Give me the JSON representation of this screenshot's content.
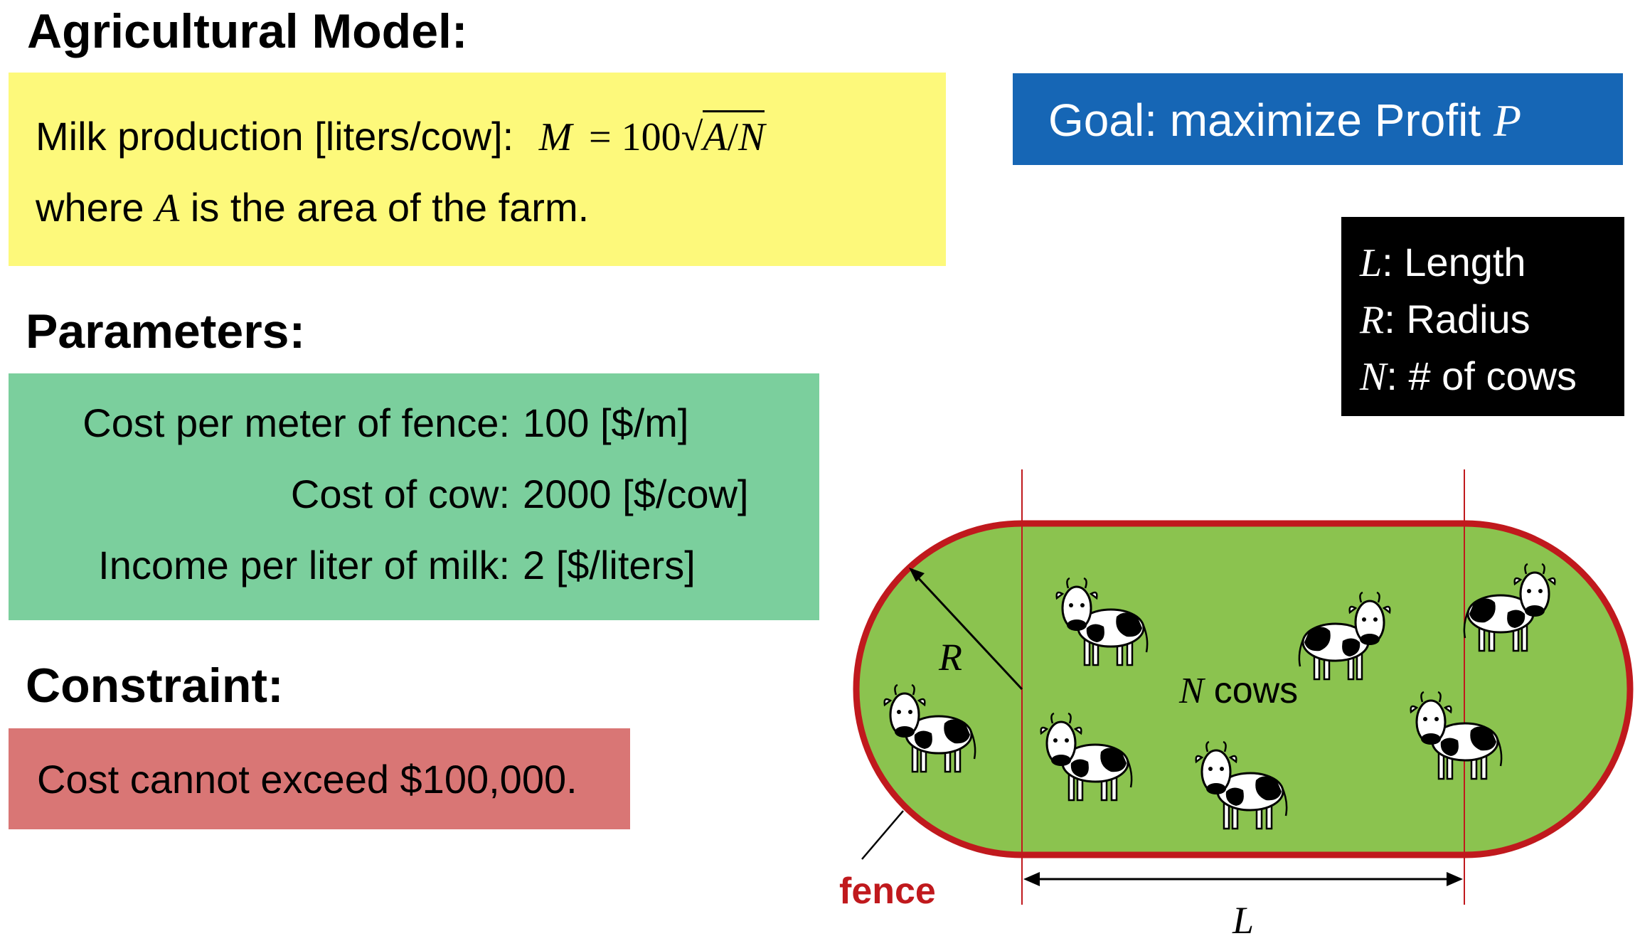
{
  "model": {
    "heading": "Agricultural Model:",
    "milk_label": "Milk production [liters/cow]:",
    "milk_M": "M",
    "milk_equals": "= 100",
    "milk_A": "A",
    "milk_slash": "/",
    "milk_N": "N",
    "where_prefix": "where",
    "where_A": "A",
    "where_suffix": "is the area of the farm."
  },
  "parameters": {
    "heading": "Parameters:",
    "rows": [
      {
        "label": "Cost per meter of fence:",
        "value": "100 [$/m]"
      },
      {
        "label": "Cost of cow:",
        "value": "2000 [$/cow]"
      },
      {
        "label": "Income per liter of milk:",
        "value": "2 [$/liters]"
      }
    ]
  },
  "constraint": {
    "heading": "Constraint:",
    "text": "Cost cannot exceed $100,000."
  },
  "goal": {
    "text": "Goal: maximize Profit",
    "var": "P"
  },
  "legend": {
    "items": [
      {
        "var": "L",
        "label": ": Length"
      },
      {
        "var": "R",
        "label": ": Radius"
      },
      {
        "var": "N",
        "label": ": # of cows"
      }
    ]
  },
  "diagram": {
    "radius_label": "R",
    "cows_var": "N",
    "cows_label": "cows",
    "fence_label": "fence",
    "length_label": "L",
    "colors": {
      "field": "#8bc34f",
      "fence": "#c0191d",
      "fence_label": "#c0191d"
    }
  }
}
